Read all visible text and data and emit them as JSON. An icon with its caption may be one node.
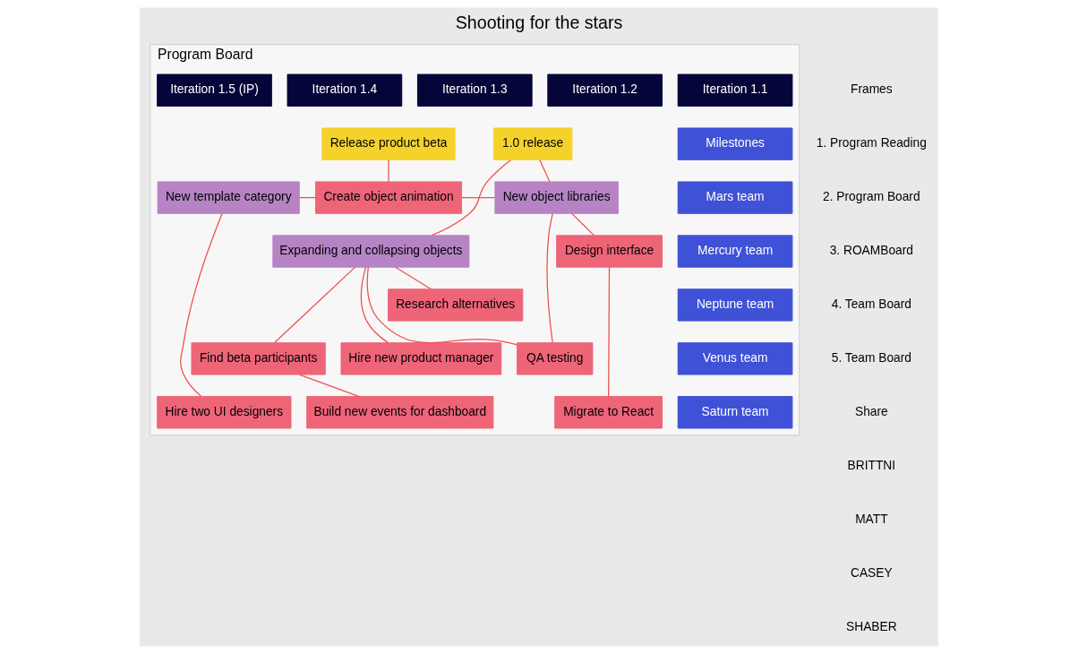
{
  "diagram": {
    "title": "Shooting for the stars",
    "nodes": [
      {
        "text": [
          "Program Board"
        ]
      },
      {
        "text": [
          "Iteration 1.1"
        ],
        "in": 0
      },
      {
        "text": [
          "Iteration 1.2"
        ],
        "in": 0
      },
      {
        "text": [
          "Iteration 1.3"
        ],
        "in": 0
      },
      {
        "text": [
          "Iteration 1.4"
        ],
        "in": 0
      },
      {
        "text": [
          "Iteration 1.5 (IP)"
        ],
        "in": 0
      },
      {
        "text": [
          "Milestones"
        ],
        "in": 0
      },
      {
        "text": [
          "Mars team"
        ],
        "in": 0
      },
      {
        "text": [
          "Mercury team"
        ],
        "in": 0
      },
      {
        "text": [
          "Neptune team"
        ],
        "in": 0
      },
      {
        "text": [
          "Venus team"
        ],
        "in": 0
      },
      {
        "text": [
          "Saturn team"
        ],
        "in": 0
      },
      {
        "text": [
          "Release product beta"
        ],
        "in": 0
      },
      {
        "text": [
          "1.0 release"
        ],
        "in": 0
      },
      {
        "text": [
          "New template category"
        ],
        "in": 0
      },
      {
        "text": [
          "Create object animation"
        ],
        "in": 0
      },
      {
        "text": [
          "New object libraries"
        ],
        "in": 0
      },
      {
        "text": [
          "Expanding and collapsing objects"
        ],
        "in": 0
      },
      {
        "text": [
          "Design interface"
        ],
        "in": 0
      },
      {
        "text": [
          "Research alternatives"
        ],
        "in": 0
      },
      {
        "text": [
          "Find beta participants"
        ],
        "in": 0
      },
      {
        "text": [
          "Hire new product manager"
        ],
        "in": 0
      },
      {
        "text": [
          "QA testing"
        ],
        "in": 0
      },
      {
        "text": [
          "Hire two UI designers"
        ],
        "in": 0
      },
      {
        "text": [
          "Migrate to React"
        ],
        "in": 0
      },
      {
        "text": [
          "Build new events for dashboard"
        ],
        "in": 0
      }
    ],
    "edges": [
      {
        "from": 12,
        "to": 15,
        "arrow": "none"
      },
      {
        "from": 14,
        "to": 15,
        "arrow": "none"
      },
      {
        "from": 15,
        "to": 16,
        "arrow": "none"
      },
      {
        "from": 13,
        "to": 16,
        "arrow": "none"
      },
      {
        "from": 17,
        "to": 13,
        "arrow": "none"
      },
      {
        "from": 14,
        "to": 23,
        "arrow": "none"
      },
      {
        "from": 17,
        "to": 19,
        "arrow": "none"
      },
      {
        "from": 17,
        "to": 21,
        "arrow": "none"
      },
      {
        "from": 17,
        "to": 20,
        "arrow": "none"
      },
      {
        "from": 17,
        "to": 22,
        "arrow": "none"
      },
      {
        "from": 24,
        "to": 18,
        "arrow": "none"
      },
      {
        "from": 18,
        "to": 16,
        "arrow": "none"
      },
      {
        "from": 20,
        "to": 25,
        "arrow": "none"
      },
      {
        "from": 22,
        "to": 16,
        "arrow": "none"
      }
    ],
    "labels": [
      "Frames",
      "1. Program Reading",
      "2. Program Board",
      "3. ROAMBoard",
      "4. Team Board",
      "5. Team Board",
      "Share",
      "BRITTNI",
      "MATT",
      "CASEY",
      "SHABER"
    ]
  }
}
